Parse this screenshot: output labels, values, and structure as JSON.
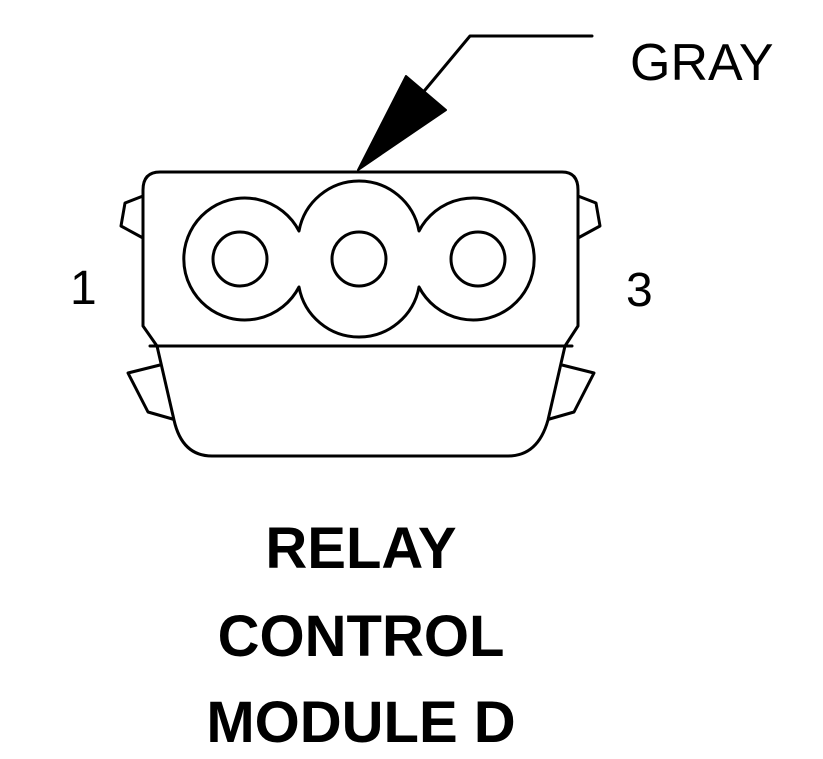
{
  "callout": {
    "color_label": "GRAY"
  },
  "pins": {
    "left": "1",
    "right": "3"
  },
  "title": {
    "line1": "RELAY",
    "line2": "CONTROL",
    "line3": "MODULE D"
  },
  "colors": {
    "ink": "#000000",
    "background": "#ffffff"
  }
}
